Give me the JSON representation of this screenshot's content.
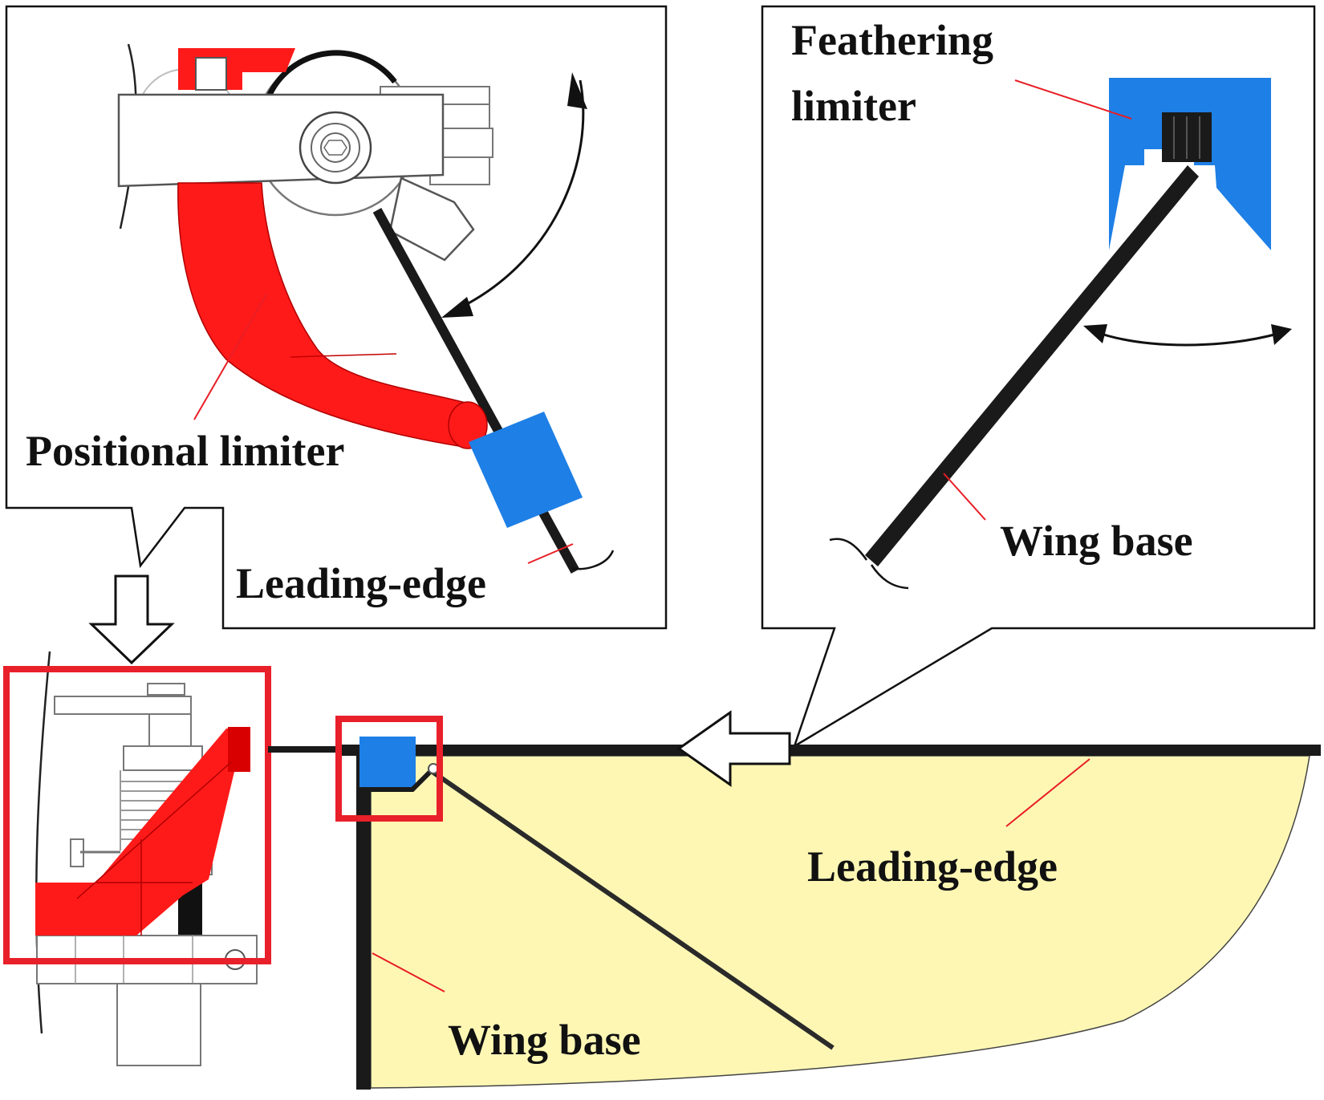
{
  "labels": {
    "positional_limiter": "Positional limiter",
    "leading_edge_detail": "Leading-edge",
    "feathering_limiter_line1": "Feathering",
    "feathering_limiter_line2": "limiter",
    "wing_base_detail": "Wing base",
    "leading_edge_main": "Leading-edge",
    "wing_base_main": "Wing base"
  },
  "colors": {
    "limiter_red": "#ff1a1a",
    "limiter_blue": "#1e7fe6",
    "wing_membrane": "#fef7b4",
    "spar_black": "#1a1a1a",
    "highlight_frame": "#e8202a",
    "leader_line": "#e81e25"
  }
}
